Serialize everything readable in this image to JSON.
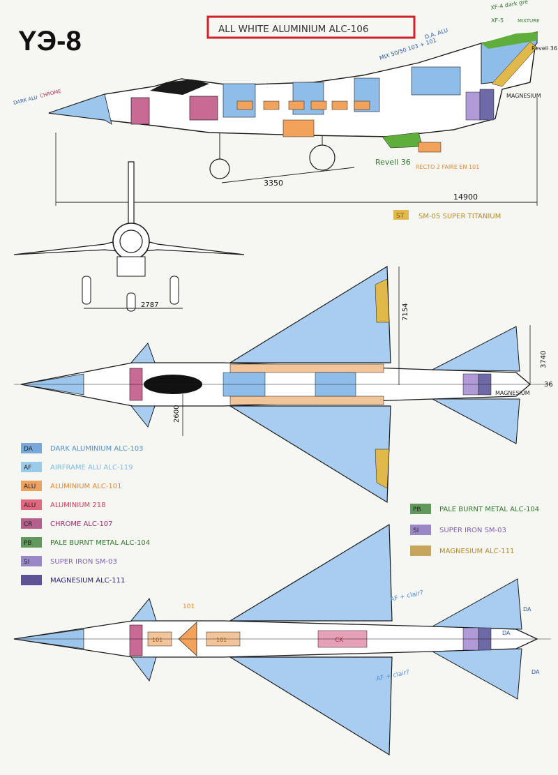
{
  "title": "YЭ-8",
  "header_note": "ALL WHITE ALUMINIUM ALC-106",
  "colors": {
    "DA": "#7fb3e6",
    "AF": "#b9dbf2",
    "ALU": "#f2a25a",
    "ALU218": "#e2506e",
    "CR": "#b4457a",
    "PB": "#3a7d2a",
    "SI": "#8c6fc9",
    "MAG": "#3a2a8a",
    "ST": "#d6a73a",
    "outline": "#1a1a1a",
    "red_box": "#d0202a"
  },
  "side_view": {
    "labels": {
      "nose_left": "DARK ALU",
      "chrome": "CHROME",
      "da_alu": "D.A. ALU",
      "mix": "MIX 50/50 103 + 101",
      "revell_top": "Revell 36",
      "magnesium": "MAGNESIUM",
      "revell_bottom": "Revell 36",
      "recto": "RECTO 2 FAIRE EN 101",
      "dark_green_a": "XF-4 dark gre",
      "dark_green_b": "XF-5",
      "dark_green_c": "MIXTURE"
    },
    "dim_wheelbase": "3350",
    "dim_length": "14900",
    "panels": [
      "DA",
      "CR",
      "CK",
      "DA",
      "DA",
      "DA",
      "DA",
      "DA",
      "ST",
      "101"
    ]
  },
  "super_titanium": {
    "code": "ST",
    "label": "SM-05 SUPER TITANIUM"
  },
  "front_view": {
    "dim_track": "2787"
  },
  "top_view": {
    "dim_span": "7154",
    "dim_tail": "3740",
    "dim_fuselage": "2600",
    "label_36": "36",
    "label_magnesium": "MAGNESIUM",
    "panel_codes": [
      "DA",
      "DA",
      "DA",
      "DA",
      "DA",
      "DA",
      "AF",
      "DA",
      "DA",
      "DA",
      "DA"
    ]
  },
  "legend_left": [
    {
      "code": "DA",
      "text": "DARK ALUMINIUM ALC-103",
      "color": "#4f8fd4"
    },
    {
      "code": "AF",
      "text": "AIRFRAME ALU ALC-119",
      "color": "#7dbbe6"
    },
    {
      "code": "ALU",
      "text": "ALUMINIUM ALC-101",
      "color": "#e9862e"
    },
    {
      "code": "ALU",
      "text": "ALUMINIUM 218",
      "color": "#d83a5a"
    },
    {
      "code": "CR",
      "text": "CHROME ALC-107",
      "color": "#9c2f6a"
    },
    {
      "code": "PB",
      "text": "PALE BURNT METAL ALC-104",
      "color": "#2f7a2a"
    },
    {
      "code": "SI",
      "text": "SUPER IRON SM-03",
      "color": "#7b61b8"
    },
    {
      "code": "",
      "text": "MAGNESIUM ALC-111",
      "color": "#2a1a7a"
    }
  ],
  "legend_right": [
    {
      "code": "PB",
      "text": "PALE BURNT METAL ALC-104",
      "color": "#2f7a2a"
    },
    {
      "code": "SI",
      "text": "SUPER IRON SM-03",
      "color": "#7b61b8"
    },
    {
      "code": "",
      "text": "MAGNESIUM ALC-111",
      "color": "#b58a2a"
    }
  ],
  "bottom_view": {
    "label_101": "101",
    "label_101b": "101",
    "label_101c": "101",
    "label_ck": "CK",
    "label_af_clair_top": "AF + clair?",
    "label_af_clair_bottom": "AF + clair?",
    "label_da1": "DA",
    "label_da2": "DA",
    "label_da3": "DA"
  }
}
